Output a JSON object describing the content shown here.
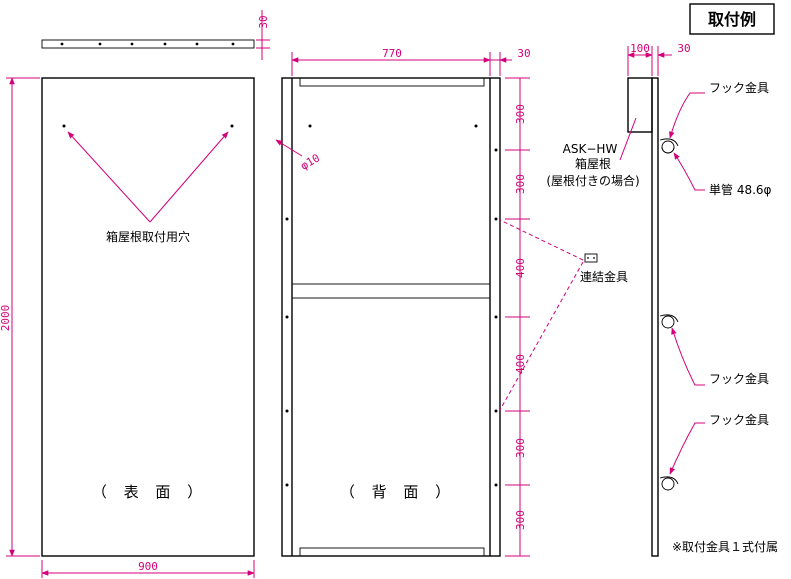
{
  "title": "取付例",
  "front_label": "（ 表 面 ）",
  "back_label": "（ 背 面 ）",
  "hole_label": "箱屋根取付用穴",
  "hole_dia": "φ10",
  "connector_label": "連結金具",
  "roof_model": "ASK−HW",
  "roof_name": "箱屋根",
  "roof_note": "(屋根付きの場合)",
  "hook_label": "フック金具",
  "pipe_label": "単管 48.6φ",
  "note": "※取付金具１式付属",
  "dims": {
    "width": "900",
    "height": "2000",
    "thickness": "30",
    "inner_width": "770",
    "frame": "30",
    "side_depth": "100",
    "side_thick": "30",
    "spacings": [
      "300",
      "300",
      "400",
      "400",
      "300",
      "300"
    ]
  }
}
